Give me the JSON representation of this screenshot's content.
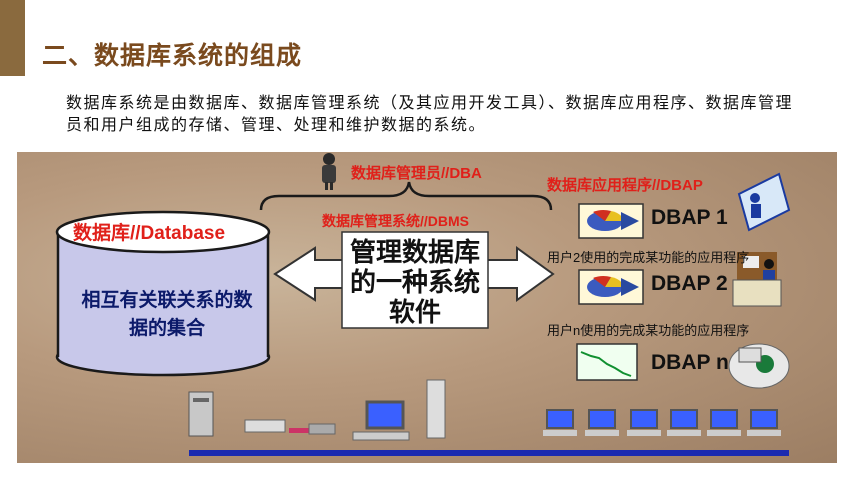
{
  "title": "二、数据库系统的组成",
  "intro": "数据库系统是由数据库、数据库管理系统（及其应用开发工具）、数据库应用程序、数据库管理员和用户组成的存储、管理、处理和维护数据的系统。",
  "diagram": {
    "dba_label": "数据库管理员//DBA",
    "dbms_label": "数据库管理系统//DBMS",
    "dbap_label": "数据库应用程序//DBAP",
    "database_label": "数据库//Database",
    "database_desc": "相互有关联关系的数据的集合",
    "dbms_core": "管理数据库的一种系统软件",
    "apps": [
      {
        "name": "DBAP 1"
      },
      {
        "name": "DBAP 2",
        "desc": "用户2使用的完成某功能的应用程序"
      },
      {
        "name": "DBAP n",
        "desc": "用户n使用的完成某功能的应用程序"
      }
    ]
  },
  "colors": {
    "title": "#7a4a1e",
    "label_red": "#e0201a",
    "cylinder": "#c8c8ea",
    "network": "#1a2ab0"
  }
}
